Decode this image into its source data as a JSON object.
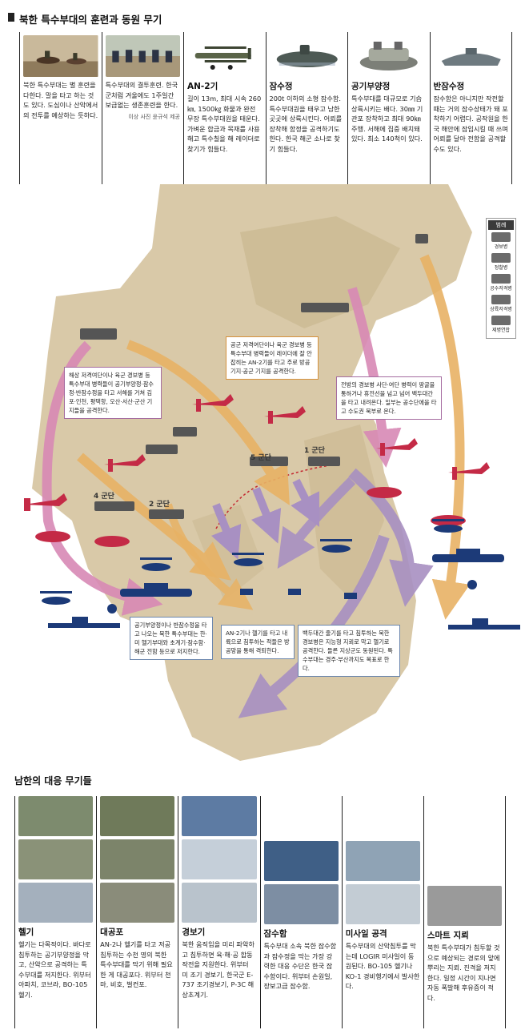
{
  "header": {
    "title": "북한 특수부대의 훈련과 동원 무기"
  },
  "top_columns": [
    {
      "heading": "",
      "text": "북한 특수부대는 별 훈련을 다한다. 말을 타고 하는 것도 있다. 도심이나 산악에서의 전투를 예상하는 듯하다.",
      "credit": ""
    },
    {
      "heading": "",
      "text": "특수부대의 결투훈련. 한국군처럼 겨울에도 1주일간 보급없는 생존훈련을 한다.",
      "credit": "이상 사진 윤규석 제공"
    },
    {
      "heading": "AN-2기",
      "text": "길이 13m, 최대 시속 260㎞, 1500㎏ 화물과 완전 무장 특수부대원을 태운다. 가벼운 합금과 목재를 사용해고 특수칠을 해 레이더로 찾기가 힘들다.",
      "credit": ""
    },
    {
      "heading": "잠수정",
      "text": "200t 이하의 소형 잠수함. 특수부대원을 태우고 남한 곳곳에 상륙시킨다. 어뢰를 장착해 함정을 공격하기도 한다. 한국 해군 소나로 찾기 힘들다.",
      "credit": ""
    },
    {
      "heading": "공기부양정",
      "text": "특수부대를 대규모로 기습 상륙시키는 배다. 30㎜ 기관포 장착하고 최대 90㎞ 주행. 서해에 집중 배치돼 있다. 최소 140척이 있다.",
      "credit": ""
    },
    {
      "heading": "반잠수정",
      "text": "잠수함은 아니지만 작전할 때는 거의 잠수상태가 돼 포착하기 어렵다. 공작원을 한국 해안에 잠입시킬 때 쓰며 어뢰를 달아 전함을 공격할 수도 있다.",
      "credit": ""
    }
  ],
  "callouts": {
    "west": "해상 저격여단이나 육군 경보병 등 특수부대 병력들이 공기부양정·잠수정·반잠수정을 타고 서해를 거쳐 김포·인천, 평택항, 오산·서산·군산 기지들을 공격한다.",
    "center": "공군 저격여단이나 육군 경보병 등 특수부대 병력들이 레이더에 잘 안 잡히는 AN-2기를 타고 주로 방공 기지·공군 기지를 공격한다.",
    "east": "전방의 경보병 사단·여단 병력이 땅굴을 통하거나 휴전선을 넘고 넘어 백두대간을 타고 내려온다. 일부는 공수단에을 타고 수도권 북부로 온다.",
    "sw": "공기부양정이나 반잠수정을 타고 나오는 북한 특수부대는 한·미 헬기부대와 초계기·잠수함·해군 전함 등으로 저지한다.",
    "mid": "AN-2기나 헬기를 타고 내륙으로 침투하는 적들은 방공망을 통해 격퇴한다.",
    "se": "백두대간 줄기를 타고 침투하는 북한 경보병은 지능형 지뢰로 막고 헬기로 공격한다. 들른 지상군도 동원된다. 특수부대는 경주·부산까지도 목표로 한다."
  },
  "corps": [
    "1 군단",
    "5 군단",
    "2 군단",
    "4 군단"
  ],
  "legend": {
    "title": "범례",
    "items": [
      "경보병",
      "정찰병",
      "공수저격병",
      "상륙저격병",
      "제병연합"
    ]
  },
  "section2": {
    "title": "남한의 대응 무기들"
  },
  "bottom_columns": [
    {
      "heading": "헬기",
      "text": "헬기는 다목적이다. 바다로 침투하는 공기부양정을 막고, 산악으로 공격하는 특수부대를 저지한다. 위부터 아파치, 코브라, BO-105 헬기."
    },
    {
      "heading": "대공포",
      "text": "AN-2나 헬기를 타고 저공 침투하는 수천 명의 북한 특수부대를 막기 위해 필요한 게 대공포다. 위부터 천마, 비호, 벌컨포."
    },
    {
      "heading": "경보기",
      "text": "북한 움직임을 미리 파악하고 침투하면 육·해·공 합동작전을 지원한다. 위부터 미 조기 경보기, 한국군 E-737 조기경보기, P-3C 해상초계기."
    },
    {
      "heading": "잠수함",
      "text": "특수부대 소속 북한 잠수함과 잠수정을 막는 가장 강력한 대응 수단은 한국 잠수함이다. 위부터 손원일, 장보고급 잠수함."
    },
    {
      "heading": "미사일 공격",
      "text": "특수부대의 산악침투를 막는데 LOGIR 미사일이 동원된다. BO-105 헬기나 KO-1 경비행기에서 발사한다."
    },
    {
      "heading": "스마트 지뢰",
      "text": "북한 특수부대가 침투할 것으로 예상되는 경로의 앞에 뿌리는 지뢰. 진격을 저지한다. 일정 시간이 지나면 자동 폭발해 후유증이 적다."
    }
  ],
  "colors": {
    "map_land": "#d9c9a8",
    "map_hills": "#c9b890",
    "arrow_orange": "#e8b265",
    "arrow_purple": "#a890c2",
    "arrow_pink": "#d889b5",
    "enemy_red": "#c42a46",
    "friendly_navy": "#1c3a78"
  }
}
